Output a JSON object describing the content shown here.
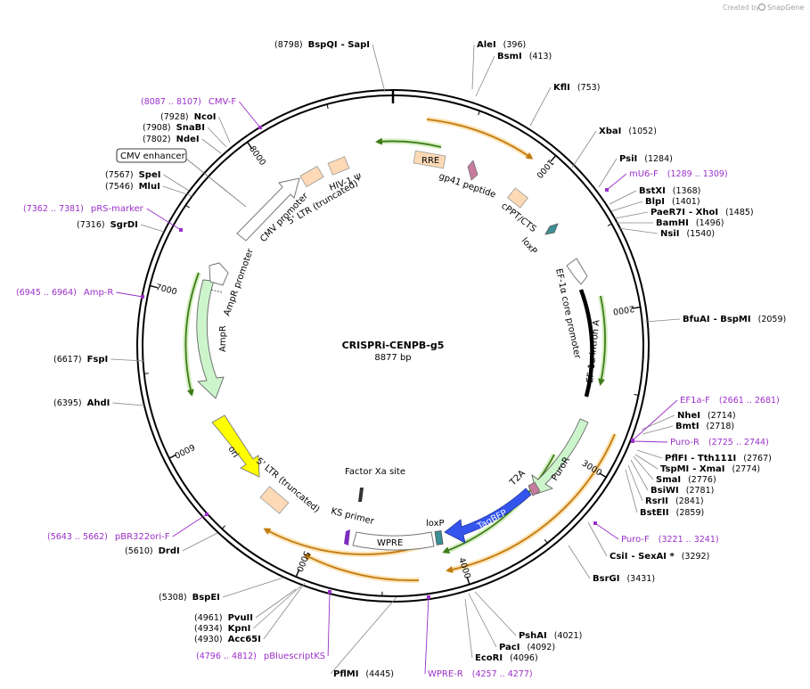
{
  "credit": {
    "created_by": "Created by",
    "brand": "SnapGene"
  },
  "plasmid": {
    "name": "CRISPRi-CENPB-g5",
    "length": "8877 bp"
  },
  "ticks": [
    "1000",
    "2000",
    "3000",
    "4000",
    "5000",
    "6000",
    "7000",
    "8000"
  ],
  "sites": [
    {
      "pos": "(8798)",
      "name": "BspQI",
      "name2": "SapI"
    },
    {
      "pos": "(396)",
      "name": "AleI"
    },
    {
      "pos": "(413)",
      "name": "BsmI"
    },
    {
      "pos": "(753)",
      "name": "KflI"
    },
    {
      "pos": "(1052)",
      "name": "XbaI"
    },
    {
      "pos": "(1284)",
      "name": "PsiI"
    },
    {
      "pos": "(1368)",
      "name": "BstXI"
    },
    {
      "pos": "(1401)",
      "name": "BlpI"
    },
    {
      "pos": "(1485)",
      "name": "PaeR7I",
      "name2": "XhoI"
    },
    {
      "pos": "(1496)",
      "name": "BamHI"
    },
    {
      "pos": "(1540)",
      "name": "NsiI"
    },
    {
      "pos": "(2059)",
      "name": "BfuAI",
      "name2": "BspMI"
    },
    {
      "pos": "(2714)",
      "name": "NheI"
    },
    {
      "pos": "(2718)",
      "name": "BmtI"
    },
    {
      "pos": "(2767)",
      "name": "PflFI",
      "name2": "Tth111I"
    },
    {
      "pos": "(2774)",
      "name": "TspMI",
      "name2": "XmaI"
    },
    {
      "pos": "(2776)",
      "name": "SmaI"
    },
    {
      "pos": "(2781)",
      "name": "BsiWI"
    },
    {
      "pos": "(2841)",
      "name": "RsrII"
    },
    {
      "pos": "(2859)",
      "name": "BstEII"
    },
    {
      "pos": "(3292)",
      "name": "CsiI",
      "name2": "SexAI *"
    },
    {
      "pos": "(3431)",
      "name": "BsrGI"
    },
    {
      "pos": "(4021)",
      "name": "PshAI"
    },
    {
      "pos": "(4092)",
      "name": "PacI"
    },
    {
      "pos": "(4096)",
      "name": "EcoRI"
    },
    {
      "pos": "(4445)",
      "name": "PflMI"
    },
    {
      "pos": "(4930)",
      "name": "Acc65I"
    },
    {
      "pos": "(4934)",
      "name": "KpnI"
    },
    {
      "pos": "(4961)",
      "name": "PvuII"
    },
    {
      "pos": "(5308)",
      "name": "BspEI"
    },
    {
      "pos": "(5610)",
      "name": "DrdI"
    },
    {
      "pos": "(6395)",
      "name": "AhdI"
    },
    {
      "pos": "(6617)",
      "name": "FspI"
    },
    {
      "pos": "(7316)",
      "name": "SgrDI"
    },
    {
      "pos": "(7546)",
      "name": "MluI"
    },
    {
      "pos": "(7567)",
      "name": "SpeI"
    },
    {
      "pos": "(7802)",
      "name": "NdeI"
    },
    {
      "pos": "(7908)",
      "name": "SnaBI"
    },
    {
      "pos": "(7928)",
      "name": "NcoI"
    }
  ],
  "primers": [
    {
      "range": "(8087 .. 8107)",
      "name": "CMV-F"
    },
    {
      "range": "(1289 .. 1309)",
      "name": "mU6-F"
    },
    {
      "range": "(2661 .. 2681)",
      "name": "EF1a-F"
    },
    {
      "range": "(2725 .. 2744)",
      "name": "Puro-R"
    },
    {
      "range": "(3221 .. 3241)",
      "name": "Puro-F"
    },
    {
      "range": "(4257 .. 4277)",
      "name": "WPRE-R"
    },
    {
      "range": "(4796 .. 4812)",
      "name": "pBluescriptKS"
    },
    {
      "range": "(5643 .. 5662)",
      "name": "pBR322ori-F"
    },
    {
      "range": "(6945 .. 6964)",
      "name": "Amp-R"
    },
    {
      "range": "(7362 .. 7381)",
      "name": "pRS-marker"
    }
  ],
  "features": {
    "cmv_enhancer": "CMV enhancer",
    "cmv_promoter": "CMV promoter",
    "ltr5_top": "5' LTR (truncated)",
    "hiv_psi": "HIV-1 Ψ",
    "rre": "RRE",
    "gp41": "gp41 peptide",
    "cppt": "cPPT/CTS",
    "loxp_top": "loxP",
    "ef1a_core": "EF-1α core promoter",
    "ef1a_intron": "EF-1α intron A",
    "puror": "PuroR",
    "t2a": "T2A",
    "tagbfp": "TagBFP",
    "loxp_bottom": "loxP",
    "wpre": "WPRE",
    "factor_xa": "Factor Xa site",
    "ks_primer": "KS primer",
    "ltr5_bottom": "5' LTR (truncated)",
    "ori": "ori",
    "ampr": "AmpR",
    "ampr_promoter": "AmpR promoter"
  },
  "colors": {
    "primer": "#9b30c8",
    "orange_arrow": "#f5a623",
    "green_arrow": "#5aa02c",
    "tagbfp": "#3355ee",
    "ori": "#ffff00",
    "ampr": "#ccf5cc",
    "ltr_box": "#fdd9b5"
  }
}
